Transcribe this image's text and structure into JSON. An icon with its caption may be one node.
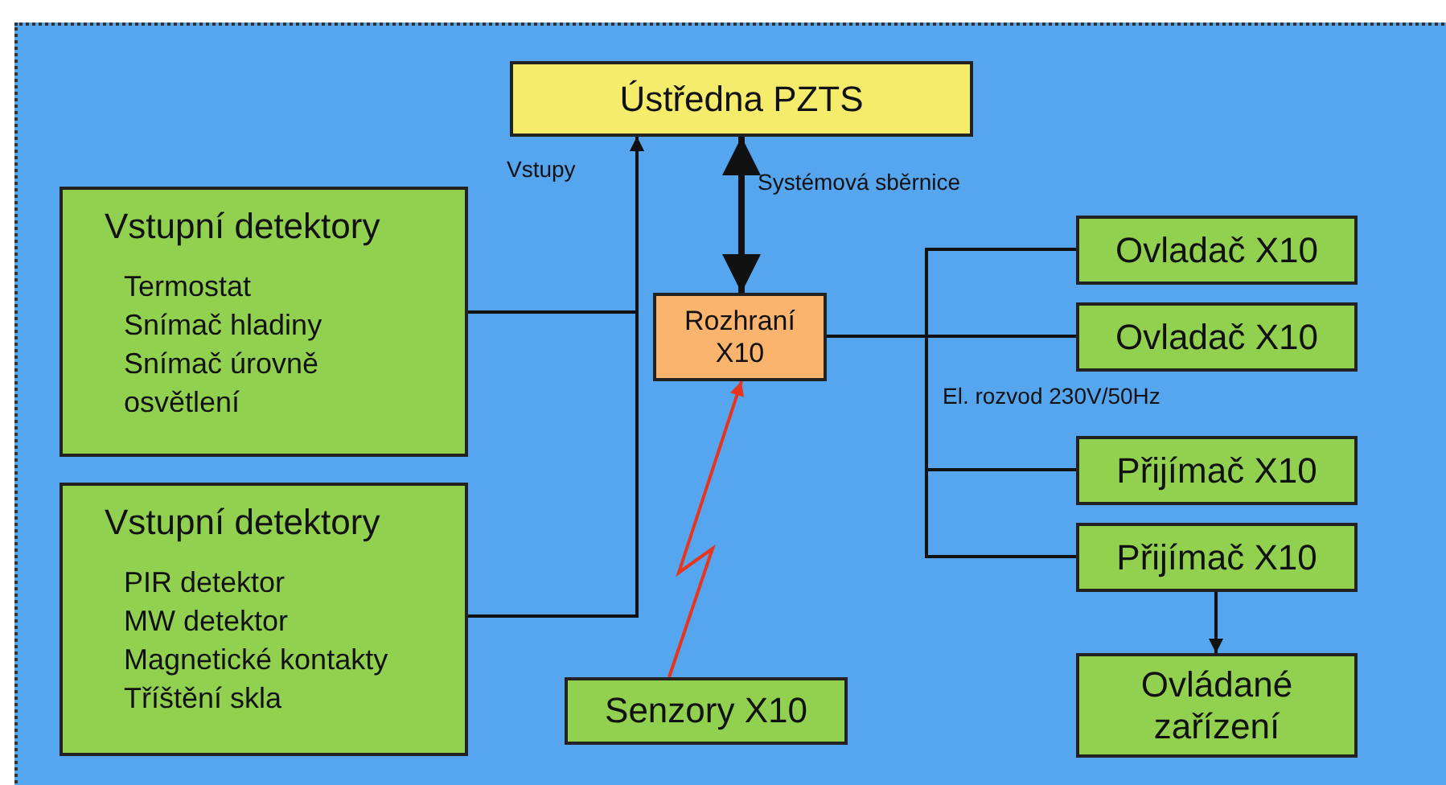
{
  "diagram": {
    "nodes": [
      {
        "text": [
          "Ústředna PZTS"
        ]
      },
      {
        "text": [
          "Vstupní detektory",
          "Termostat",
          "Snímač hladiny",
          "Snímač úrovně osvětlení"
        ]
      },
      {
        "text": [
          "Vstupní detektory",
          "PIR detektor",
          "MW detektor",
          "Magnetické kontakty",
          "Tříštění skla"
        ]
      },
      {
        "text": [
          "Rozhraní X10"
        ]
      },
      {
        "text": [
          "Ovladač X10"
        ]
      },
      {
        "text": [
          "Ovladač X10"
        ]
      },
      {
        "text": [
          "Přijímač X10"
        ]
      },
      {
        "text": [
          "Přijímač X10"
        ]
      },
      {
        "text": [
          "Ovládané zařízení"
        ]
      },
      {
        "text": [
          "Senzory X10"
        ]
      }
    ],
    "edges": [
      {
        "from": 1,
        "to": 0,
        "arrow": "to"
      },
      {
        "from": 2,
        "to": 0,
        "arrow": "to"
      },
      {
        "from": 0,
        "to": 3,
        "arrow": "both",
        "style": "thick",
        "label": "Systémová sběrnice"
      },
      {
        "from": 3,
        "to": 4,
        "arrow": "none"
      },
      {
        "from": 3,
        "to": 5,
        "arrow": "none"
      },
      {
        "from": 3,
        "to": 6,
        "arrow": "none"
      },
      {
        "from": 3,
        "to": 7,
        "arrow": "none"
      },
      {
        "from": 7,
        "to": 8,
        "arrow": "to"
      },
      {
        "from": 9,
        "to": 3,
        "arrow": "to",
        "color": "#e8341c"
      }
    ],
    "labels": [
      "Vstupy",
      "El. rozvod 230V/50Hz"
    ]
  }
}
